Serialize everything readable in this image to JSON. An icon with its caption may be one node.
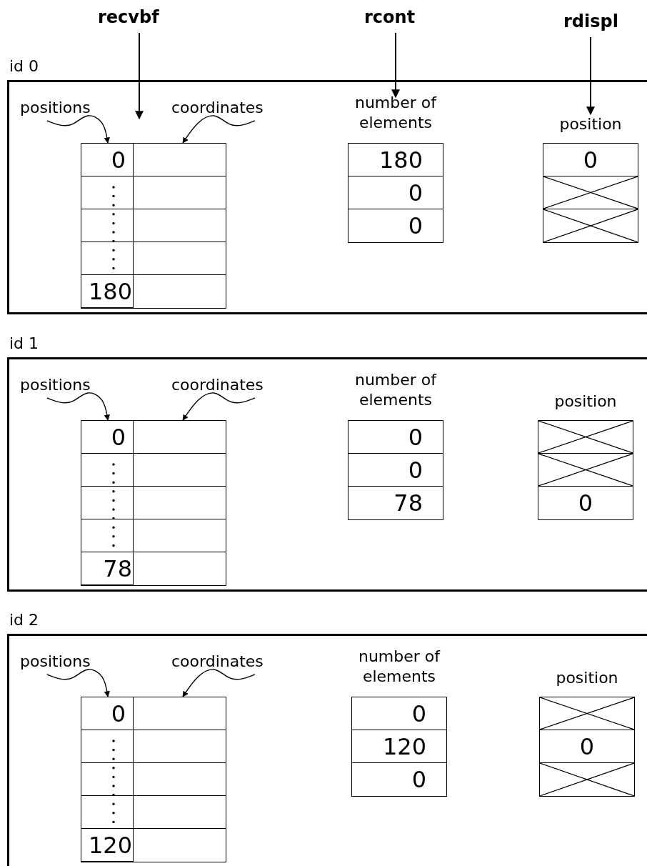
{
  "diagram": {
    "nodes": [
      {
        "text": [
          "recvbf"
        ]
      },
      {
        "text": [
          "rcont"
        ]
      },
      {
        "text": [
          "rdispl"
        ]
      },
      {
        "text": [
          "id 0"
        ]
      },
      {
        "text": [
          "positions"
        ],
        "in": 3
      },
      {
        "text": [
          "coordinates"
        ],
        "in": 3
      },
      {
        "text": [
          "0",
          "180"
        ],
        "in": 3
      },
      {
        "text": [],
        "shape": "box",
        "in": 3
      },
      {
        "text": [
          "number of elements",
          "180",
          "0",
          "0"
        ],
        "in": 3
      },
      {
        "text": [
          "position",
          "0"
        ],
        "in": 3
      },
      {
        "text": [
          "id 1"
        ]
      },
      {
        "text": [
          "positions"
        ],
        "in": 10
      },
      {
        "text": [
          "coordinates"
        ],
        "in": 10
      },
      {
        "text": [
          "0",
          "78"
        ],
        "in": 10
      },
      {
        "text": [],
        "shape": "box",
        "in": 10
      },
      {
        "text": [
          "number of elements",
          "0",
          "0",
          "78"
        ],
        "in": 10
      },
      {
        "text": [
          "position",
          "0"
        ],
        "in": 10
      },
      {
        "text": [
          "id 2"
        ]
      },
      {
        "text": [
          "positions"
        ],
        "in": 17
      },
      {
        "text": [
          "coordinates"
        ],
        "in": 17
      },
      {
        "text": [
          "0",
          "120"
        ],
        "in": 17
      },
      {
        "text": [],
        "shape": "box",
        "in": 17
      },
      {
        "text": [
          "number of elements",
          "0",
          "120",
          "0"
        ],
        "in": 17
      },
      {
        "text": [
          "position",
          "0"
        ],
        "in": 17
      }
    ],
    "edges": [
      {
        "from": 0,
        "to": null,
        "arrow": "to"
      },
      {
        "from": 1,
        "to": 8,
        "arrow": "to"
      },
      {
        "from": 2,
        "to": 9,
        "arrow": "to"
      },
      {
        "from": 4,
        "to": 6,
        "arrow": "to"
      },
      {
        "from": 5,
        "to": 7,
        "arrow": "to"
      },
      {
        "from": 11,
        "to": 13,
        "arrow": "to"
      },
      {
        "from": 12,
        "to": 14,
        "arrow": "to"
      },
      {
        "from": 18,
        "to": 20,
        "arrow": "to"
      },
      {
        "from": 19,
        "to": 21,
        "arrow": "to"
      }
    ]
  }
}
